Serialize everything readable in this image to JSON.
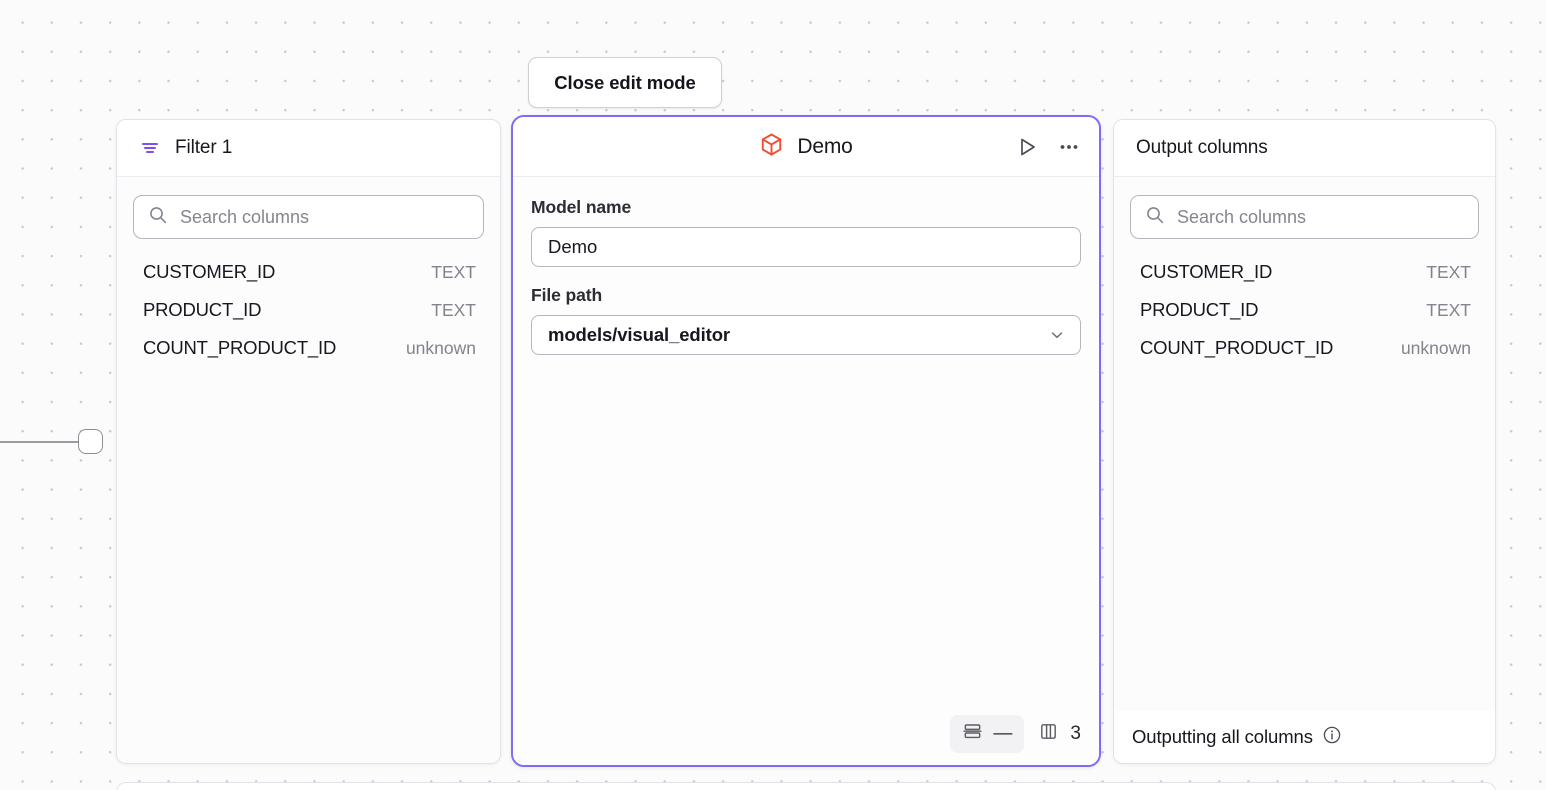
{
  "toolbar": {
    "close_edit_mode_label": "Close edit mode"
  },
  "filter_panel": {
    "icon": "filter-icon",
    "title": "Filter 1",
    "search": {
      "icon": "search-icon",
      "placeholder": "Search columns",
      "value": ""
    },
    "columns": [
      {
        "name": "CUSTOMER_ID",
        "type": "TEXT"
      },
      {
        "name": "PRODUCT_ID",
        "type": "TEXT"
      },
      {
        "name": "COUNT_PRODUCT_ID",
        "type": "unknown"
      }
    ]
  },
  "model_card": {
    "icon": "cube-icon",
    "title": "Demo",
    "actions": {
      "run": "play-icon",
      "more": "ellipsis-icon"
    },
    "fields": {
      "model_name_label": "Model name",
      "model_name_value": "Demo",
      "file_path_label": "File path",
      "file_path_value": "models/visual_editor",
      "file_path_caret": "chevron-down-icon"
    },
    "footer": {
      "rows_icon": "rows-icon",
      "rows_value": "—",
      "columns_icon": "columns-icon",
      "columns_count": "3"
    },
    "accent_color": "#7d6cf5",
    "cube_color": "#ee4d2e"
  },
  "output_panel": {
    "title": "Output columns",
    "search": {
      "icon": "search-icon",
      "placeholder": "Search columns",
      "value": ""
    },
    "columns": [
      {
        "name": "CUSTOMER_ID",
        "type": "TEXT"
      },
      {
        "name": "PRODUCT_ID",
        "type": "TEXT"
      },
      {
        "name": "COUNT_PRODUCT_ID",
        "type": "unknown"
      }
    ],
    "footer": {
      "label": "Outputting all columns",
      "icon": "info-icon"
    }
  }
}
